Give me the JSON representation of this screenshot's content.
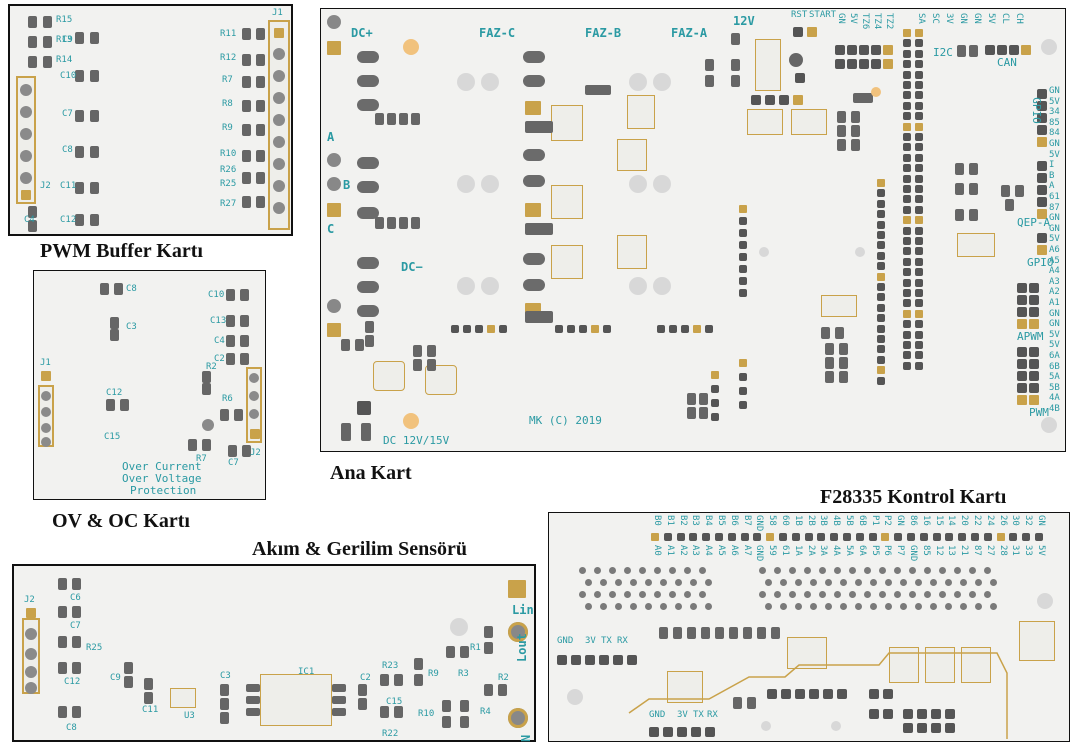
{
  "boards": {
    "pwm": {
      "caption": "PWM Buffer Kartı",
      "labels": [
        "R15",
        "R13",
        "R14",
        "C9",
        "C10",
        "C7",
        "C8",
        "C11",
        "C12",
        "C4",
        "J2",
        "J1",
        "R11",
        "R12",
        "R7",
        "R8",
        "R9",
        "R10",
        "R26",
        "R25",
        "R27"
      ]
    },
    "ovoc": {
      "caption": "OV & OC Kartı",
      "labels": [
        "C8",
        "C3",
        "C10",
        "C13",
        "C4",
        "C2",
        "R2",
        "C12",
        "C15",
        "R6",
        "R7",
        "C7",
        "J1",
        "J2"
      ],
      "note_lines": [
        "Over Current",
        "Over Voltage",
        "Protection"
      ]
    },
    "ana": {
      "caption": "Ana Kart",
      "labels": {
        "dcp": "DC+",
        "dcm": "DC−",
        "fazc": "FAZ-C",
        "fazb": "FAZ-B",
        "faza": "FAZ-A",
        "v12": "12V",
        "rst": "RST",
        "start": "START",
        "i2c": "I2C",
        "can": "CAN",
        "gpio1": "GPIO",
        "qepa": "QEP-A",
        "gpio2": "GPIO",
        "apwm": "APWM",
        "pwm": "PWM",
        "a": "A",
        "b": "B",
        "c": "C",
        "dc": "DC 12V/15V",
        "mk": "MK (C) 2019"
      },
      "right_col": [
        "GN",
        "5V",
        "34",
        "85",
        "84",
        "GN",
        "5V",
        "I",
        "B",
        "A",
        "61",
        "87",
        "GN",
        "GN",
        "5V",
        "A6",
        "A5",
        "A4",
        "A3",
        "A2",
        "A1",
        "GN",
        "GN",
        "5V",
        "5V",
        "6A",
        "6B",
        "5A",
        "5B",
        "4A",
        "4B"
      ],
      "top_pins": [
        "GN",
        "5V",
        "TZ6",
        "TZ4",
        "TZ2",
        "SA",
        "SC",
        "3V",
        "GN",
        "GN",
        "5V",
        "CL",
        "CH"
      ]
    },
    "sensor": {
      "caption": "Akım & Gerilim Sensörü",
      "labels": [
        "J2",
        "C6",
        "C7",
        "R25",
        "C12",
        "C9",
        "C11",
        "U3",
        "C3",
        "IC1",
        "C2",
        "R23",
        "C15",
        "R9",
        "R1",
        "R3",
        "R10",
        "R4",
        "R2",
        "R22",
        "C8",
        "Lin",
        "Lout",
        "N"
      ]
    },
    "f28335": {
      "caption": "F28335 Kontrol Kartı",
      "top_pins": [
        "B0",
        "B1",
        "B2",
        "B3",
        "B4",
        "B5",
        "B6",
        "B7",
        "GND",
        "58",
        "60",
        "1B",
        "2B",
        "3B",
        "4B",
        "5B",
        "6B",
        "P1",
        "P2",
        "GN",
        "86",
        "16",
        "15",
        "14",
        "20",
        "22",
        "24",
        "26",
        "30",
        "32",
        "GN",
        "A0",
        "A1",
        "A2",
        "A3",
        "A4",
        "A5",
        "A6",
        "A7",
        "GND",
        "59",
        "61",
        "1A",
        "2A",
        "3A",
        "4A",
        "5A",
        "6A",
        "P5",
        "P6",
        "P7",
        "GND",
        "85",
        "12",
        "13",
        "21",
        "87",
        "27",
        "28",
        "31",
        "33",
        "5V"
      ],
      "side_labels": [
        "GND",
        "3V",
        "TX",
        "RX",
        "GND",
        "3V",
        "TX",
        "RX"
      ]
    }
  }
}
